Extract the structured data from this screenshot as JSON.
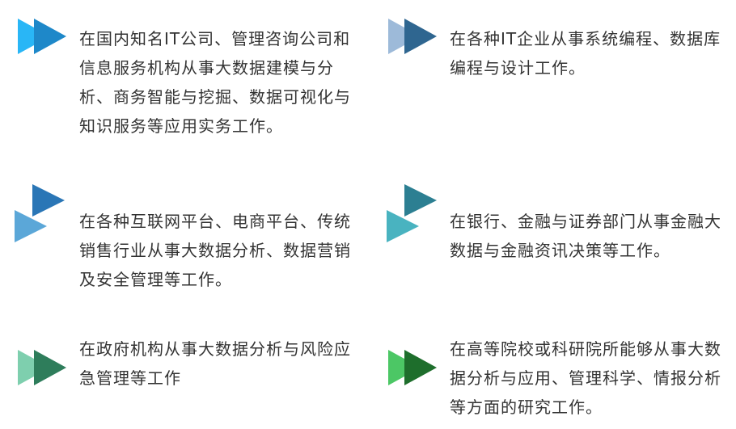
{
  "items": [
    {
      "text": "在国内知名IT公司、管理咨询公司和信息服务机构从事大数据建模与分析、商务智能与挖掘、数据可视化与知识服务等应用实务工作。",
      "icon": "double-arrow-right-icon",
      "colors": [
        "#29B6F6",
        "#1E88C9"
      ]
    },
    {
      "text": "在各种IT企业从事系统编程、数据库编程与设计工作。",
      "icon": "double-arrow-right-icon",
      "colors": [
        "#9DBAD9",
        "#2F6690"
      ]
    },
    {
      "text": "在各种互联网平台、电商平台、传统销售行业从事大数据分析、数据营销及安全管理等工作。",
      "icon": "staggered-arrows-icon",
      "colors": [
        "#5BA7D8",
        "#2A76B6"
      ]
    },
    {
      "text": "在银行、金融与证券部门从事金融大数据与金融资讯决策等工作。",
      "icon": "staggered-arrows-icon",
      "colors": [
        "#49B3C0",
        "#2C7F92"
      ]
    },
    {
      "text": "在政府机构从事大数据分析与风险应急管理等工作",
      "icon": "double-arrow-right-icon",
      "colors": [
        "#7ECFAE",
        "#2E7D5B"
      ]
    },
    {
      "text": "在高等院校或科研院所能够从事大数据分析与应用、管理科学、情报分析等方面的研究工作。",
      "icon": "double-arrow-right-icon",
      "colors": [
        "#4CC765",
        "#1E6E2C"
      ]
    }
  ]
}
